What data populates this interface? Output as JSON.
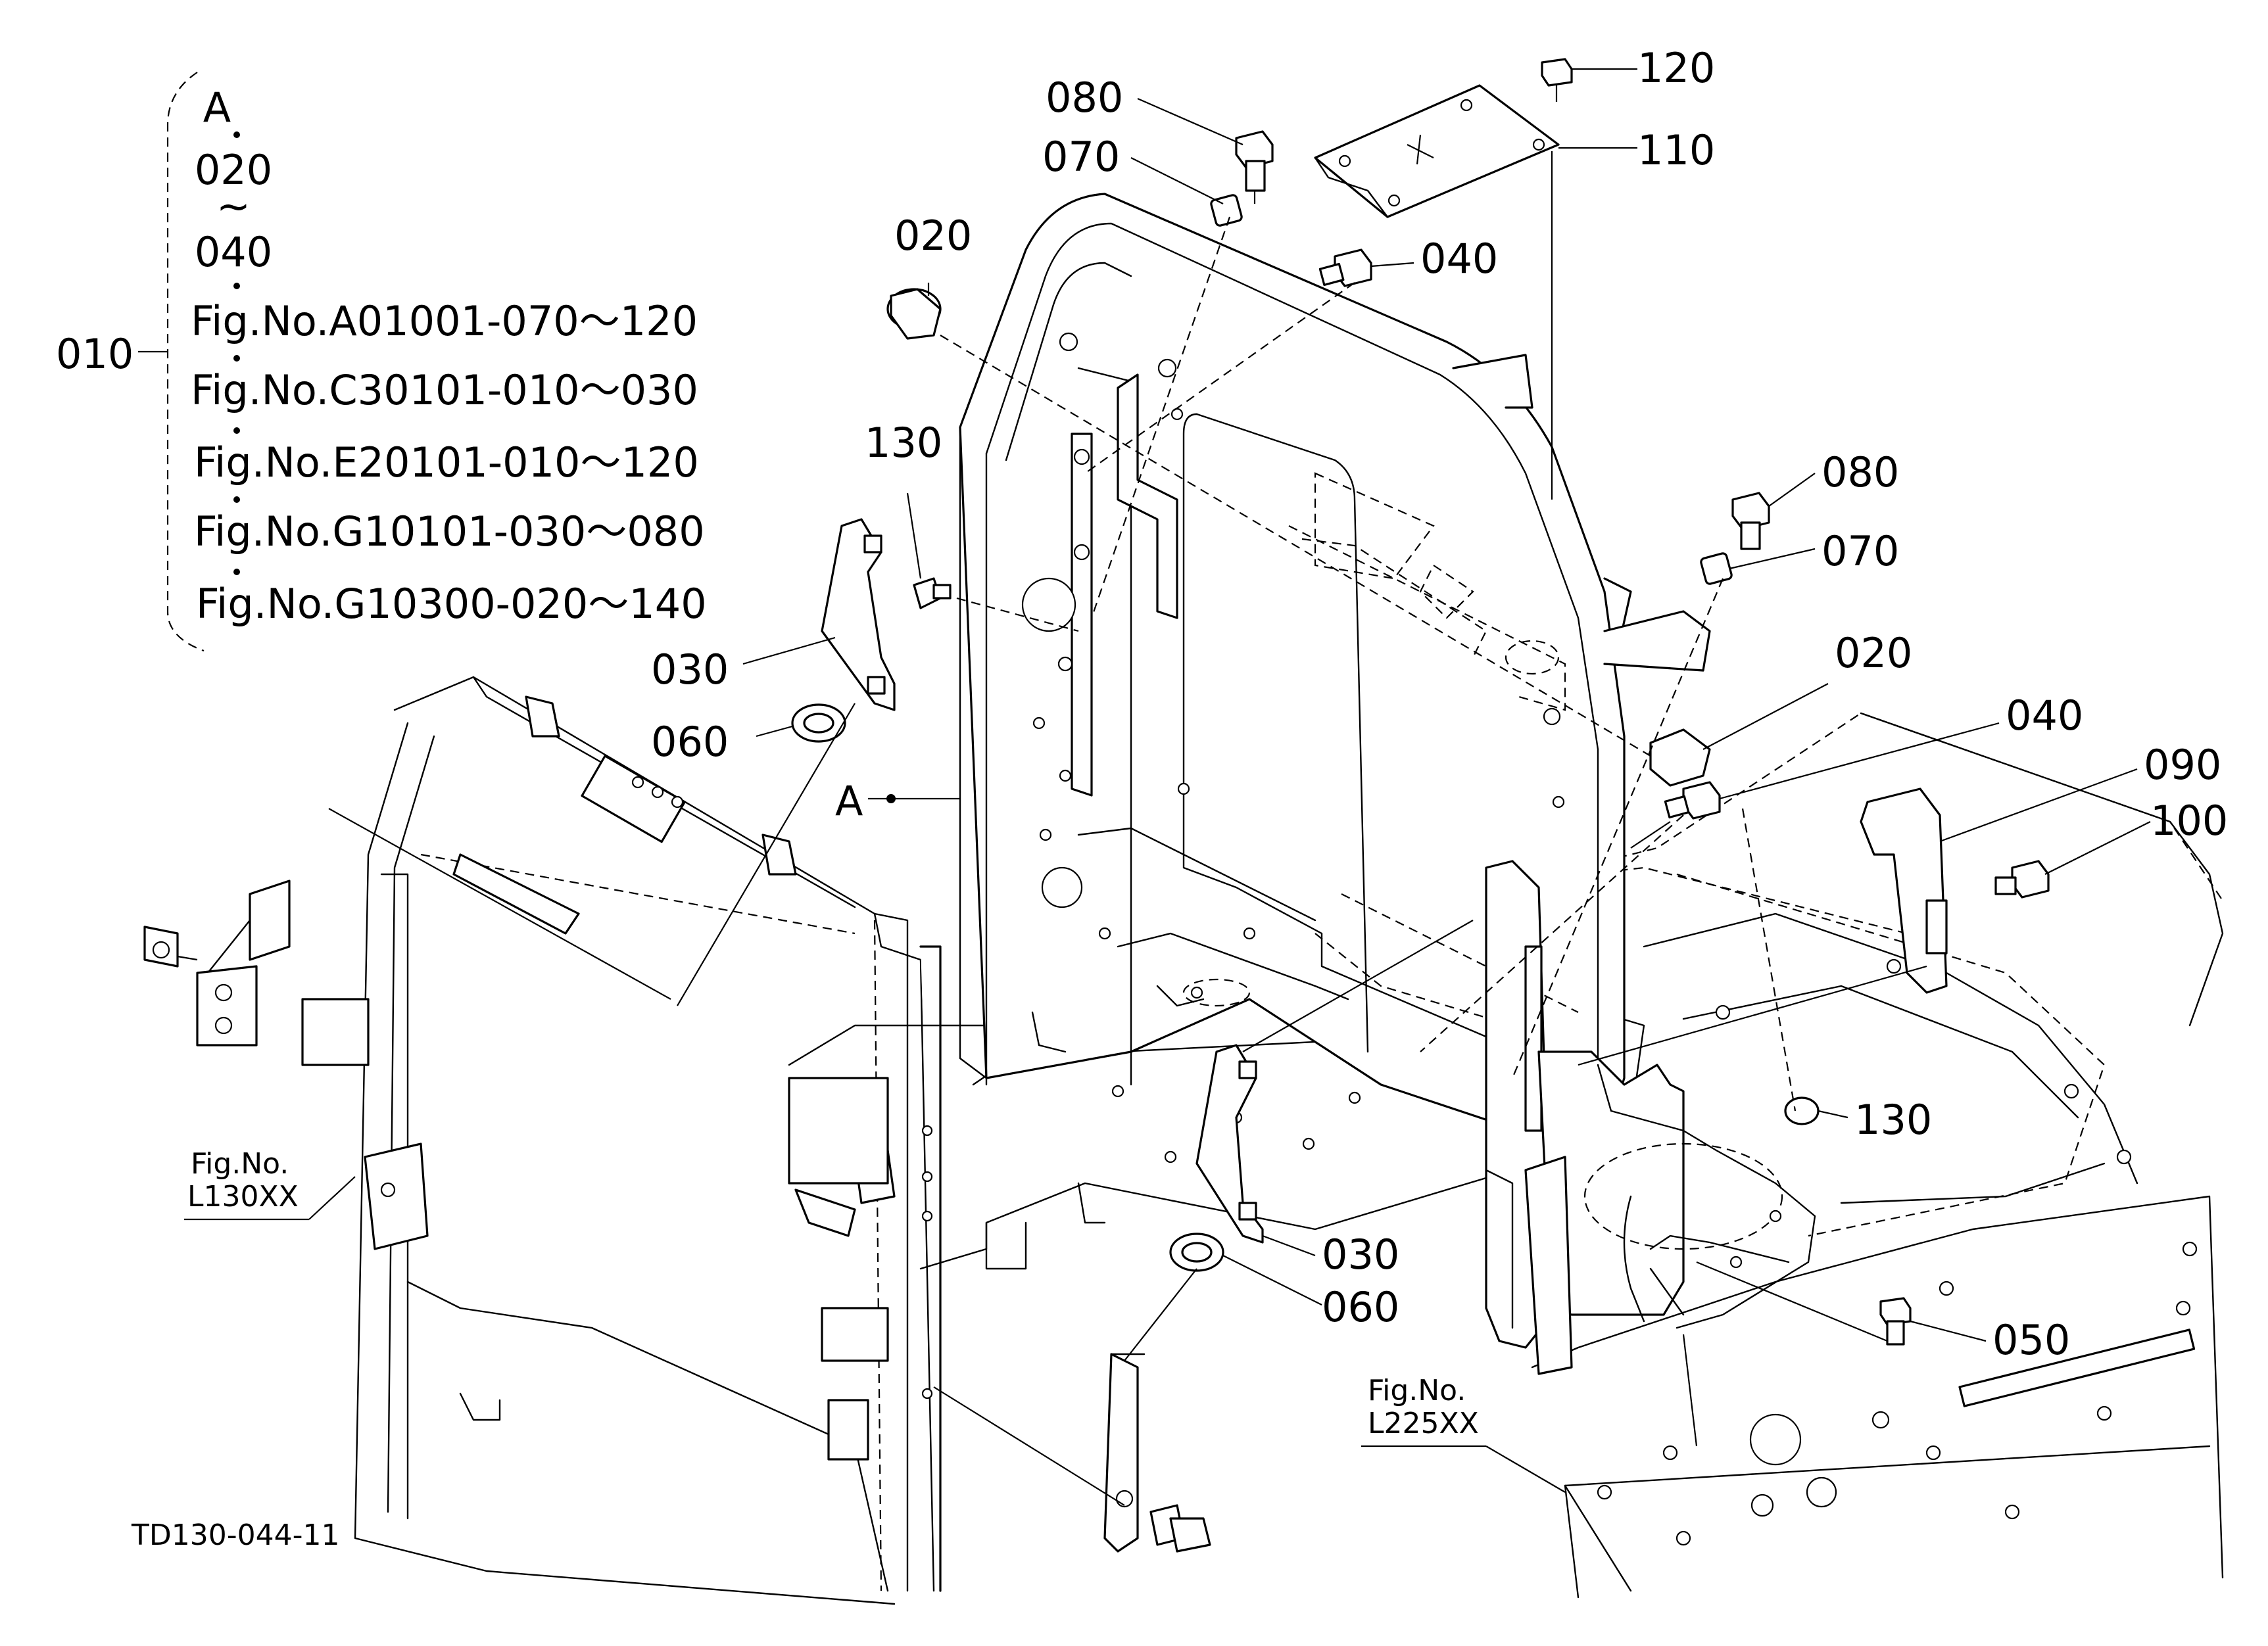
{
  "diagram_id": "TD130-044-11",
  "callouts": {
    "p010": "010",
    "p020_a": "020",
    "p020_b": "020",
    "p030_a": "030",
    "p030_b": "030",
    "p040_a": "040",
    "p040_b": "040",
    "p050": "050",
    "p060_a": "060",
    "p060_b": "060",
    "p070_a": "070",
    "p070_b": "070",
    "p080_a": "080",
    "p080_b": "080",
    "p090": "090",
    "p100": "100",
    "p110": "110",
    "p120": "120",
    "p130_a": "130",
    "p130_b": "130",
    "ref_a": "A"
  },
  "legend": {
    "items": [
      "A",
      "020",
      "~",
      "040",
      "Fig.No.A01001-070～120",
      "Fig.No.C30101-010～030",
      "Fig.No.E20101-010～120",
      "Fig.No.G10101-030～080",
      "Fig.No.G10300-020～140"
    ]
  },
  "figure_refs": {
    "left": {
      "line1": "Fig.No.",
      "line2": "L130XX"
    },
    "right": {
      "line1": "Fig.No.",
      "line2": "L225XX"
    }
  }
}
